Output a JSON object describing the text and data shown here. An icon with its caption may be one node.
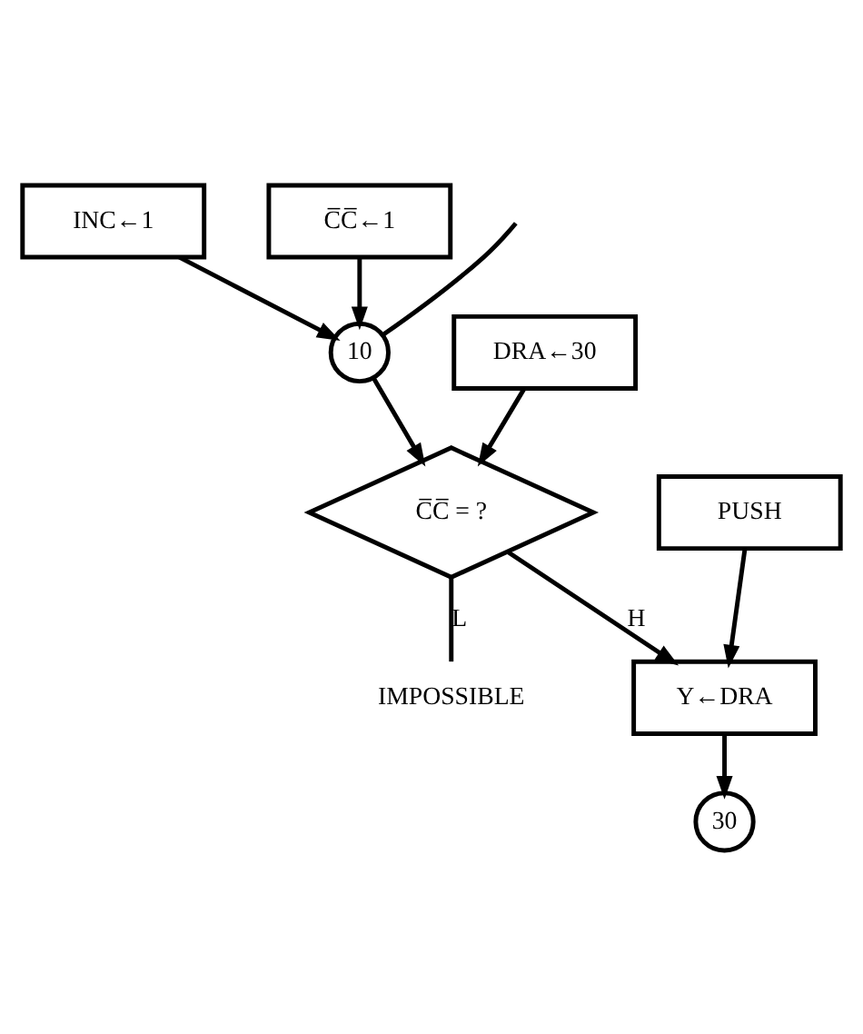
{
  "diagram": {
    "nodes": [
      {
        "text": [
          "INC←1"
        ]
      },
      {
        "text": [
          "C̅C̅←1"
        ]
      },
      {
        "text": [
          "10"
        ]
      },
      {
        "text": [
          "DRA←30"
        ]
      },
      {
        "text": [
          "C̅C̅ = ?"
        ]
      },
      {
        "text": [
          "IMPOSSIBLE"
        ]
      },
      {
        "text": [
          "PUSH"
        ]
      },
      {
        "text": [
          "Y←DRA"
        ]
      },
      {
        "text": [
          "30"
        ]
      }
    ],
    "edges": [
      {
        "from": null,
        "to": 2,
        "arrow": "none"
      },
      {
        "from": 0,
        "to": 2,
        "arrow": "to"
      },
      {
        "from": 1,
        "to": 2,
        "arrow": "to"
      },
      {
        "from": 2,
        "to": 4,
        "arrow": "to"
      },
      {
        "from": 3,
        "to": 4,
        "arrow": "to"
      },
      {
        "from": 4,
        "to": 5,
        "label": "L",
        "arrow": "none"
      },
      {
        "from": 4,
        "to": 7,
        "label": "H",
        "arrow": "to"
      },
      {
        "from": 6,
        "to": 7,
        "arrow": "to"
      },
      {
        "from": 7,
        "to": 8,
        "arrow": "to"
      }
    ]
  }
}
